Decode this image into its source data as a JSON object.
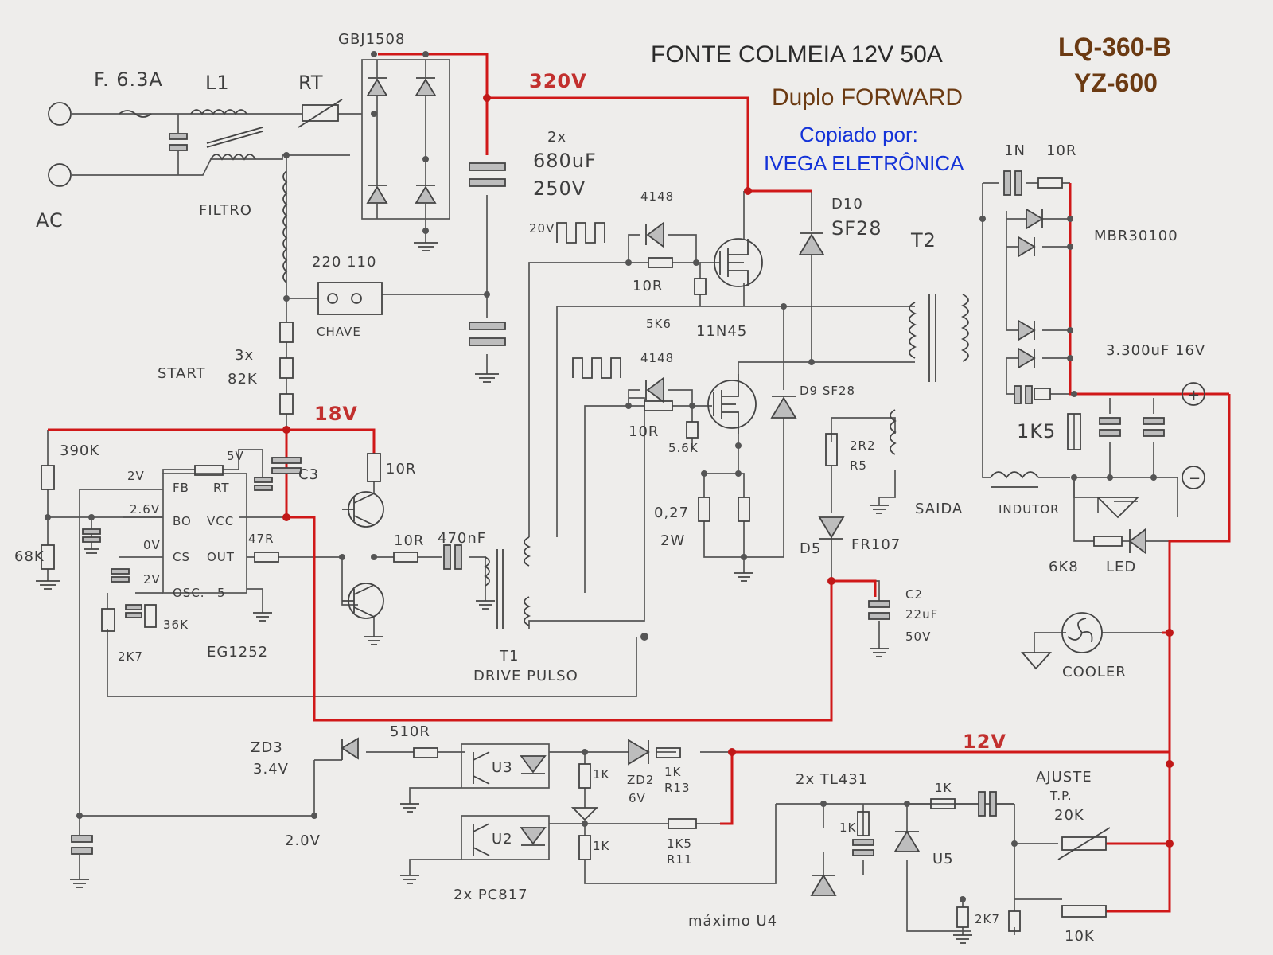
{
  "header": {
    "title": "FONTE COLMEIA  12V 50A",
    "subtitle": "Duplo FORWARD",
    "credit_line1": "Copiado por:",
    "credit_line2": "IVEGA ELETRÔNICA",
    "model_line1": "LQ-360-B",
    "model_line2": "YZ-600"
  },
  "colors": {
    "paper": "#eeedeb",
    "pencil": "#555555",
    "red_trace": "#d01818",
    "blue_text": "#1433d8",
    "brown_text": "#6b3a12"
  },
  "input": {
    "fuse": "F. 6.3A",
    "l1": "L1",
    "rt": "RT",
    "ac": "AC",
    "filtro": "FILTRO",
    "bridge": "GBJ1508",
    "switch_label": "CHAVE",
    "switch_values": "220  110",
    "caps_qty": "2x",
    "caps_value": "680uF",
    "caps_voltage": "250V",
    "bus_voltage": "320V",
    "start_qty": "3x",
    "start_label": "START",
    "start_value": "82K"
  },
  "control": {
    "ic": "EG1252",
    "pin_fb": "FB",
    "pin_rt": "RT",
    "pin_bo": "BO",
    "pin_vcc": "VCC",
    "pin_cs": "CS",
    "pin_out": "OUT",
    "pin_osc": "OSC.",
    "pin_5": "5",
    "v_2v": "2V",
    "v_5v": "5V",
    "v_26": "2.6V",
    "v_0v": "0V",
    "v_2v_b": "2V",
    "r_390k": "390K",
    "r_68k": "68K",
    "r_2k7": "2K7",
    "r_36k": "36K",
    "r_47r": "47R",
    "c3": "C3",
    "vcc_rail": "18V",
    "r_10r_drv": "10R"
  },
  "drive": {
    "r_10r": "10R",
    "cap_470nf": "470nF",
    "t1_line1": "T1",
    "t1_line2": "DRIVE PULSO",
    "pulse_amp": "20V"
  },
  "power": {
    "d_4148_top": "4148",
    "d_4148_bot": "4148",
    "r_10r_top": "10R",
    "r_10r_bot": "10R",
    "r_5k6_top": "5K6",
    "r_5k6_bot": "5.6K",
    "mosfet": "11N45",
    "d10": "D10",
    "d10_part": "SF28",
    "d9": "D9  SF28",
    "t2": "T2",
    "sense_r": "0,27",
    "sense_w": "2W",
    "r5": "2R2",
    "r5_name": "R5",
    "d5": "D5",
    "d5_part": "FR107",
    "c2": "C2",
    "c2_value": "22uF",
    "c2_voltage": "50V",
    "saida": "SAIDA"
  },
  "output": {
    "snubber_c": "1N",
    "snubber_r": "10R",
    "rectifier": "MBR30100",
    "out_caps": "3.300uF 16V",
    "r_1k5": "1K5",
    "indutor": "INDUTOR",
    "plus": "+",
    "minus": "−",
    "r_6k8": "6K8",
    "led": "LED",
    "cooler": "COOLER"
  },
  "feedback": {
    "zd3": "ZD3",
    "zd3_v": "3.4V",
    "r_510r": "510R",
    "u3": "U3",
    "u2": "U2",
    "r_1k_a": "1K",
    "r_1k_b": "1K",
    "zd2": "ZD2",
    "zd2_v": "6V",
    "r13": "1K",
    "r13_name": "R13",
    "r11": "1K5",
    "r11_name": "R11",
    "rail_12v": "12V",
    "v_20": "2.0V",
    "pc817": "2x PC817",
    "tl431": "2x TL431",
    "r_1k_c": "1K",
    "r_1k_d": "1K",
    "u5": "U5",
    "adj_line1": "AJUSTE",
    "adj_line2": "T.P.",
    "adj_value": "20K",
    "r_2k7": "2K7",
    "r_10k": "10K",
    "max_u4": "máximo U4"
  }
}
